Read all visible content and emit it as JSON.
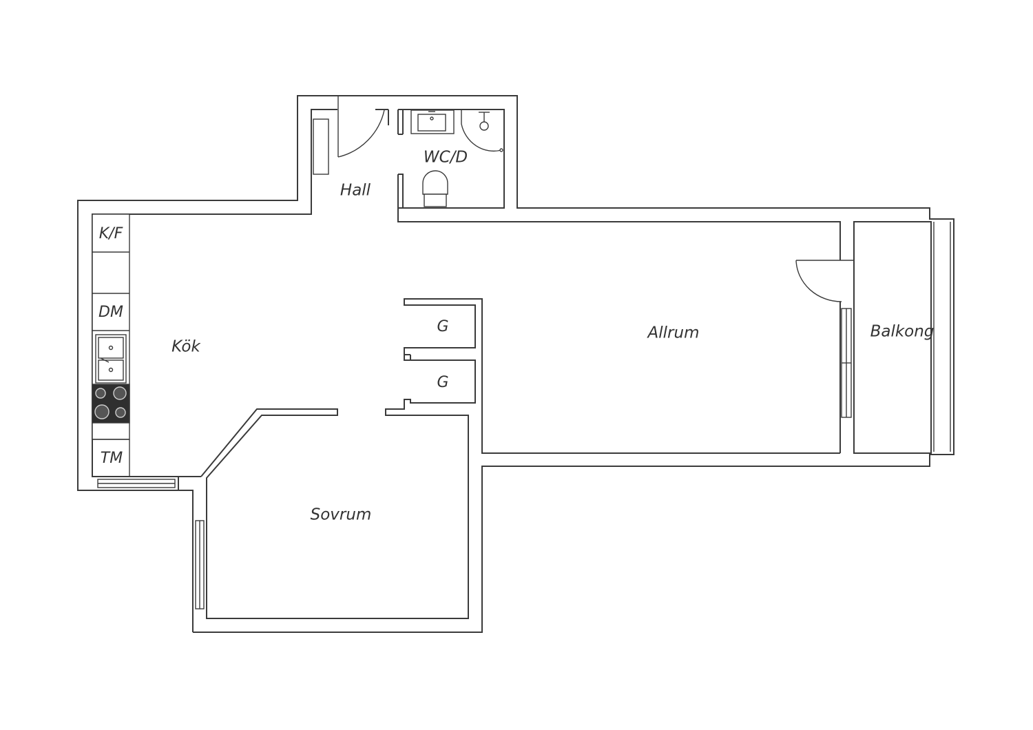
{
  "rooms": {
    "hall": "Hall",
    "wc": "WC/D",
    "kitchen": "Kök",
    "living": "Allrum",
    "balcony": "Balkong",
    "bedroom": "Sovrum",
    "closet_upper": "G",
    "closet_lower": "G"
  },
  "appliances": {
    "fridge_freezer": "K/F",
    "dishwasher": "DM",
    "dryer": "TM"
  },
  "colors": {
    "wall": "#3a3a3a",
    "stove": "#2f2f2f",
    "background": "#ffffff"
  }
}
